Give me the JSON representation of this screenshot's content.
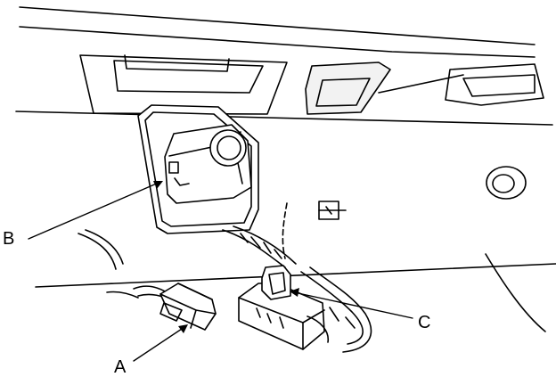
{
  "diagram": {
    "callouts": [
      {
        "id": "A",
        "text": "A"
      },
      {
        "id": "B",
        "text": "B"
      },
      {
        "id": "C",
        "text": "C"
      }
    ],
    "colors": {
      "line": "#000000",
      "background": "#ffffff",
      "shade": "#dddddd"
    }
  }
}
